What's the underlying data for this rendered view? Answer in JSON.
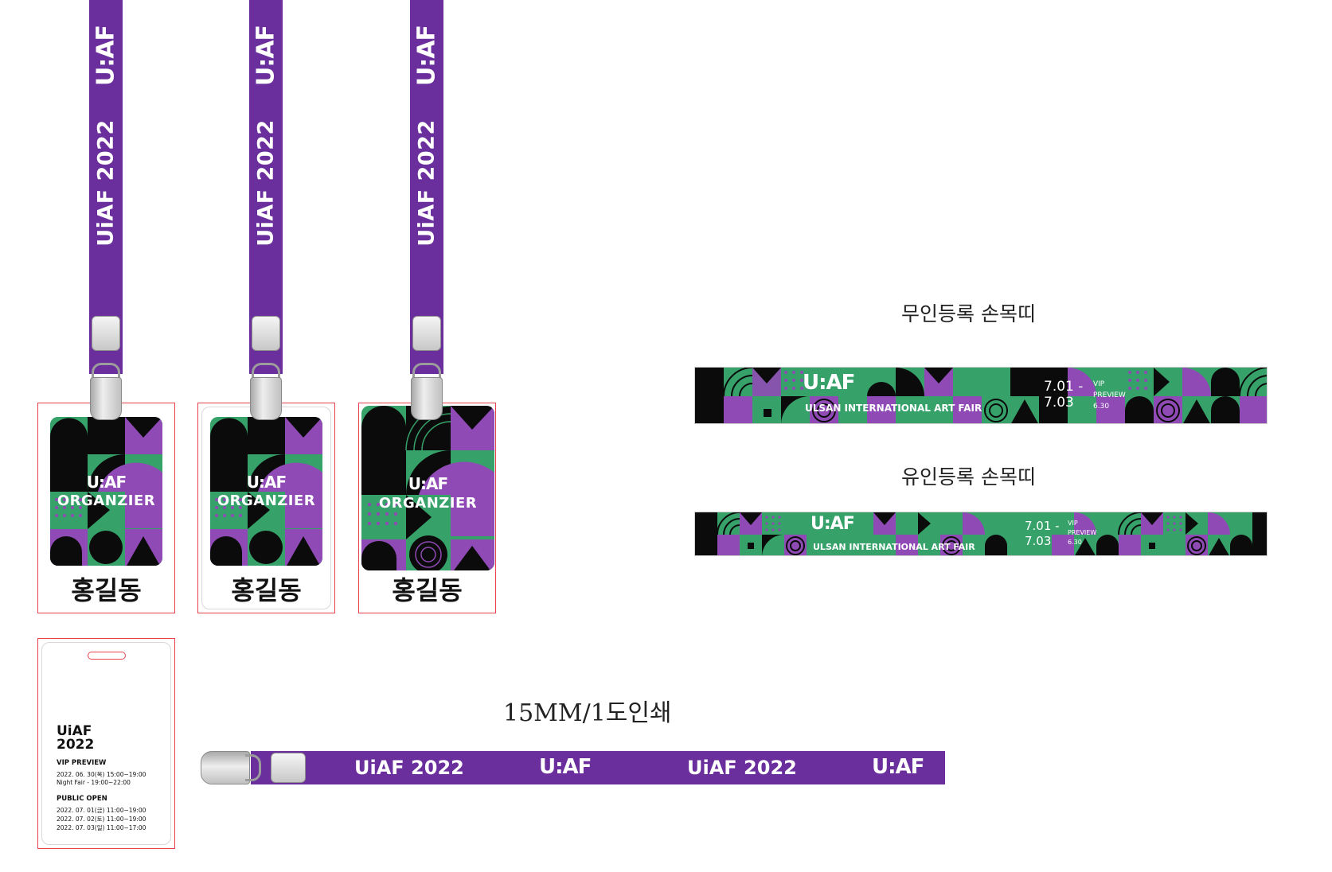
{
  "colors": {
    "purple": "#6a2f9c",
    "green": "#36a26a",
    "lavender": "#8f4ab5",
    "black": "#0b0b0b",
    "frame": "#e5424d"
  },
  "lanyard": {
    "text": "UiAF 2022",
    "logo": "U:AF"
  },
  "badge": {
    "organizer": "ORGANZIER",
    "logo": "U:AF",
    "name": "홍길동"
  },
  "wristbands": {
    "unmanned_label": "무인등록 손목띠",
    "manned_label": "유인등록 손목띠",
    "logo": "U:AF",
    "fair_name": "ULSAN INTERNATIONAL ART FAIR",
    "dates_start": "7.01 -",
    "dates_end": "7.03",
    "vip": "VIP",
    "preview": "PREVIEW",
    "preview_date": "6.30"
  },
  "print_note": "15MM/1도인쇄",
  "strap": {
    "text1": "UiAF 2022",
    "logo1": "U:AF",
    "text2": "UiAF 2022",
    "logo2": "U:AF"
  },
  "back": {
    "title1": "UiAF",
    "title2": "2022",
    "vip_heading": "VIP PREVIEW",
    "vip_line1": "2022. 06. 30(목) 15:00~19:00",
    "vip_line2": "Night Fair - 19:00~22:00",
    "public_heading": "PUBLIC OPEN",
    "public_line1": "2022. 07. 01(금) 11:00~19:00",
    "public_line2": "2022. 07. 02(토) 11:00~19:00",
    "public_line3": "2022. 07. 03(일) 11:00~17:00"
  }
}
